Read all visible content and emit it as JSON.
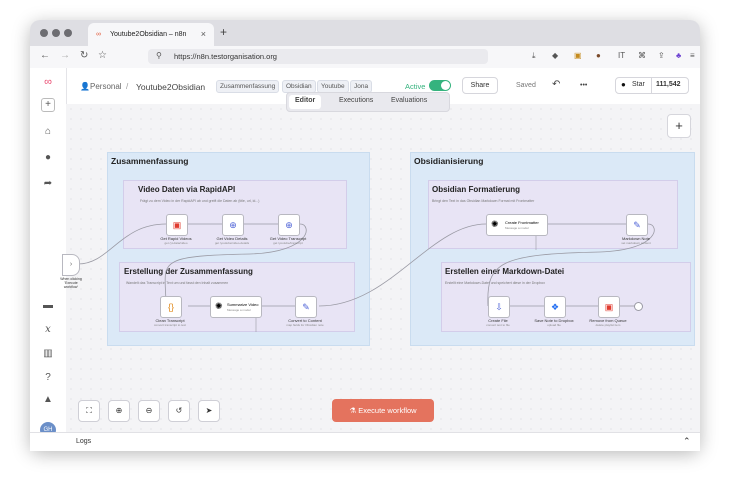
{
  "browser": {
    "tab_title": "Youtube2Obsidian – n8n",
    "tab_close": "×",
    "new_tab": "+",
    "url": "https://n8n.testorganisation.org"
  },
  "header": {
    "project": "Personal",
    "separator": "/",
    "workflow_name": "Youtube2Obsidian",
    "tags": [
      "Zusammenfassung",
      "Obsidian",
      "Youtube",
      "Jona"
    ],
    "active_label": "Active",
    "share_label": "Share",
    "saved_label": "Saved",
    "more_label": "•••",
    "star_label": "Star",
    "star_count": "111,542"
  },
  "view_tabs": [
    "Editor",
    "Executions",
    "Evaluations"
  ],
  "canvas": {
    "add_button": "+",
    "left_group": {
      "title": "Zusammenfassung",
      "sub1": {
        "title": "Video Daten via RapidAPI",
        "desc": "Frägt zu dem Video in der RapidAPI ab und greift die Daten ab (title, url, id...)",
        "nodes": [
          {
            "label": "Get Rapid Videos",
            "sub": "get /yt-data/video"
          },
          {
            "label": "Get Video Details",
            "sub": "get /youtube/video-details"
          },
          {
            "label": "Get Video Transcript",
            "sub": "get /youtube/transcript"
          }
        ]
      },
      "sub2": {
        "title": "Erstellung der Zusammenfassung",
        "desc": "Wandelt das Transcript in Text um und fasst den Inhalt zusammen",
        "nodes": [
          {
            "label": "Clean Transcript",
            "sub": "convert transcript to text"
          },
          {
            "label": "Summarize Video",
            "sub": "Message a model"
          },
          {
            "label": "Convert to Content",
            "sub": "map fields for Obsidian note"
          }
        ]
      },
      "input_node_label": "When clicking 'Execute workflow'"
    },
    "right_group": {
      "title": "Obsidianisierung",
      "sub1": {
        "title": "Obsidian Formatierung",
        "desc": "Bringt den Text in das Obsidian Markdown Format mit Frontmatter",
        "nodes": [
          {
            "label": "Create Frontmatter",
            "sub": "Message a model"
          },
          {
            "label": "Markdown Note",
            "sub": "set markdown content"
          }
        ]
      },
      "sub2": {
        "title": "Erstellen einer Markdown-Datei",
        "desc": "Erstellt eine Markdown-Datei und speichert diese in der Dropbox",
        "nodes": [
          {
            "label": "Create File",
            "sub": "convert text to file"
          },
          {
            "label": "Save Note to Dropbox",
            "sub": "upload file"
          },
          {
            "label": "Remove from Queue",
            "sub": "delete playlist item"
          }
        ]
      }
    },
    "execute_label": "Execute workflow"
  },
  "footer": {
    "logs_label": "Logs",
    "avatar": "GH"
  },
  "colors": {
    "accent": "#ea4b71",
    "active_toggle": "#35b37e",
    "execute_button": "#e4735e",
    "group_bg": "#dbe9f7",
    "sub_bg": "#e8e4f5"
  }
}
